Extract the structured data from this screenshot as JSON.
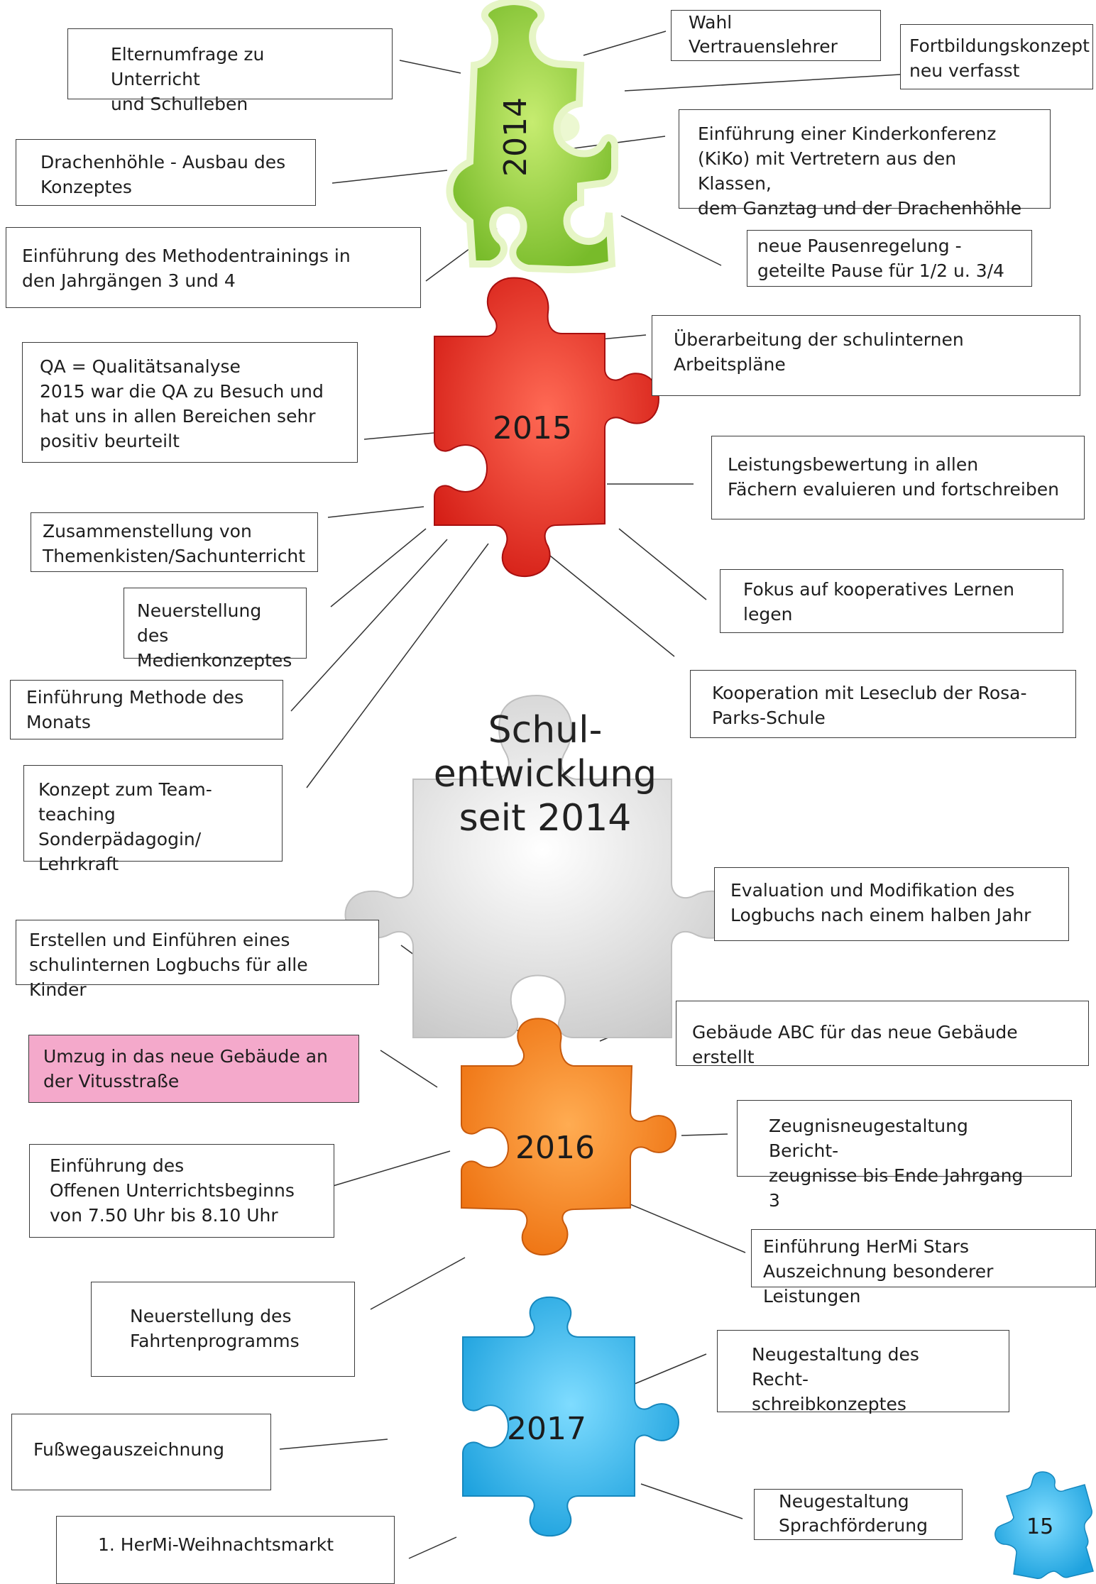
{
  "center": {
    "text": "Schul-\nentwicklung\nseit 2014"
  },
  "years": {
    "y2014": "2014",
    "y2015": "2015",
    "y2016": "2016",
    "y2017": "2017"
  },
  "colors": {
    "y2014": "#8cc63f",
    "y2015": "#e8332a",
    "y2016": "#f58220",
    "y2017": "#29aae1",
    "center": "#d9d9d9",
    "pink": "#f4a9cb"
  },
  "boxes": {
    "b01": "Elternumfrage zu Unterricht\nund Schulleben",
    "b02": "Wahl\nVertrauenslehrer",
    "b03": "Fortbildungskonzept\nneu verfasst",
    "b04": "Drachenhöhle - Ausbau des\nKonzeptes",
    "b05": "Einführung einer Kinderkonferenz\n(KiKo) mit Vertretern aus den Klassen,\ndem Ganztag und der Drachenhöhle",
    "b06": "Einführung des Methodentrainings in\nden Jahrgängen 3 und 4",
    "b07": "neue Pausenregelung -\ngeteilte Pause für 1/2 u. 3/4",
    "b08": "Überarbeitung der schulinternen\nArbeitspläne",
    "b09": "QA = Qualitätsanalyse\n2015 war die QA zu Besuch und\nhat uns in allen Bereichen sehr\npositiv beurteilt",
    "b10": "Leistungsbewertung in allen\nFächern evaluieren und fortschreiben",
    "b11": "Zusammenstellung von\nThemenkisten/Sachunterricht",
    "b12": "Neuerstellung des\nMedienkonzeptes",
    "b13": "Fokus auf kooperatives Lernen\nlegen",
    "b14": "Einführung Methode des\nMonats",
    "b15": "Kooperation mit Leseclub der Rosa-\nParks-Schule",
    "b16": "Konzept zum Team-\nteaching Sonderpädagogin/\nLehrkraft",
    "b17": "Evaluation und Modifikation des\nLogbuchs nach einem halben Jahr",
    "b18": "Erstellen und Einführen eines\nschulinternen Logbuchs für alle Kinder",
    "b19": "Gebäude ABC für das neue Gebäude erstellt",
    "b20": "Umzug in das neue Gebäude an\nder Vitusstraße",
    "b21": "Zeugnisneugestaltung Bericht-\nzeugnisse bis Ende Jahrgang 3",
    "b22": "Einführung des\nOffenen Unterrichtsbeginns\nvon 7.50 Uhr bis 8.10 Uhr",
    "b23": "Einführung HerMi Stars\nAuszeichnung besonderer Leistungen",
    "b24": "Neuerstellung des\nFahrtenprogramms",
    "b25": "Neugestaltung des Recht-\nschreibkonzeptes",
    "b26": "Fußwegauszeichnung",
    "b27": "Neugestaltung\nSprachförderung",
    "b28": "1. HerMi-Weihnachtsmarkt"
  },
  "page_number": "15"
}
